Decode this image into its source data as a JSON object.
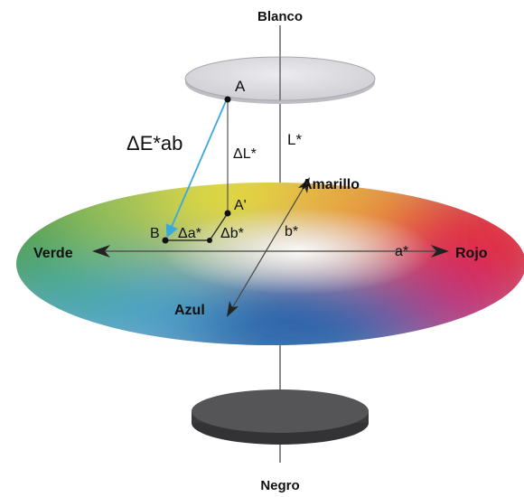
{
  "labels": {
    "white": "Blanco",
    "black": "Negro",
    "point_a": "A",
    "point_a_prime": "A'",
    "point_b": "B",
    "delta_e": "ΔE*ab",
    "delta_l": "ΔL*",
    "l_axis": "L*",
    "yellow": "Amarillo",
    "delta_a": "Δa*",
    "delta_b": "Δb*",
    "b_axis": "b*",
    "green": "Verde",
    "a_axis": "a*",
    "red": "Rojo",
    "blue": "Azul"
  },
  "colors": {
    "red": "#e8262a",
    "yellow": "#f4e21a",
    "green": "#4f9a2c",
    "blue": "#1f5aa8",
    "white_disc": "#d9d9dd",
    "black_disc": "#4a4a4c",
    "delta_e_arrow": "#39a9de",
    "axis": "#444444"
  }
}
